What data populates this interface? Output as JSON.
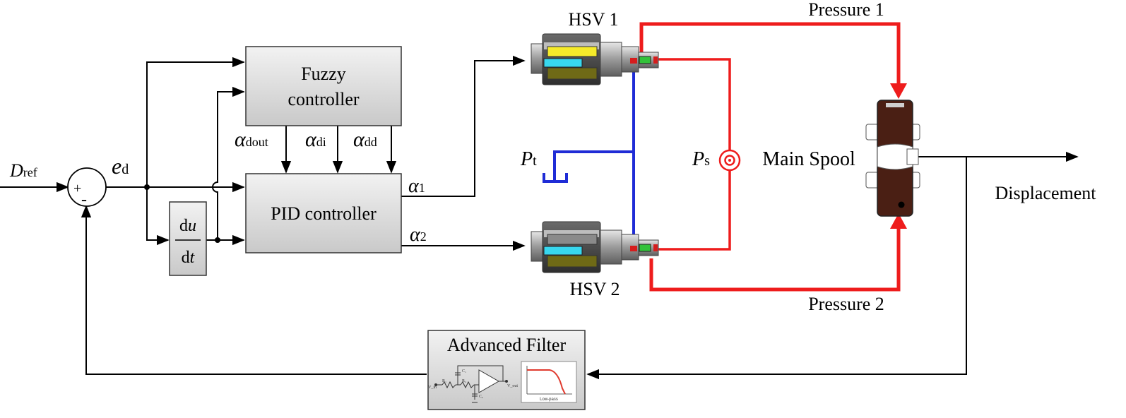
{
  "blocks": {
    "fuzzy": {
      "line1": "Fuzzy",
      "line2": "controller"
    },
    "pid": {
      "label": "PID controller"
    },
    "derivative": {
      "num_d": "d",
      "num_var": "u",
      "den_d": "d",
      "den_var": "t"
    },
    "filter": {
      "title": "Advanced Filter",
      "circuit_labels": {
        "r1": "R₁",
        "r2": "R₂",
        "c1": "C₁",
        "c2": "C₂",
        "vin": "V_in",
        "vout": "V_out"
      },
      "plot_caption": "Low-pass"
    },
    "sum_junction": {
      "plus": "+",
      "minus": "-"
    }
  },
  "signals": {
    "d_ref": {
      "sym": "D",
      "sub": "ref"
    },
    "e_d": {
      "sym": "e",
      "sub": "d"
    },
    "alpha_dout": {
      "sym": "α",
      "sub": "dout"
    },
    "alpha_di": {
      "sym": "α",
      "sub": "di"
    },
    "alpha_dd": {
      "sym": "α",
      "sub": "dd"
    },
    "alpha_1": {
      "sym": "α",
      "sub": "1"
    },
    "alpha_2": {
      "sym": "α",
      "sub": "2"
    }
  },
  "hydraulics": {
    "hsv1": "HSV 1",
    "hsv2": "HSV 2",
    "p_t": {
      "sym": "P",
      "sub": "t"
    },
    "p_s": {
      "sym": "P",
      "sub": "s"
    },
    "pressure1": "Pressure 1",
    "pressure2": "Pressure 2",
    "main_spool": "Main Spool",
    "displacement": "Displacement"
  },
  "colors": {
    "supply_line": "#ee1c1c",
    "tank_line": "#1f2cd6",
    "spool_body": "#4a1f14",
    "block_fill": "#d9d9d9"
  }
}
